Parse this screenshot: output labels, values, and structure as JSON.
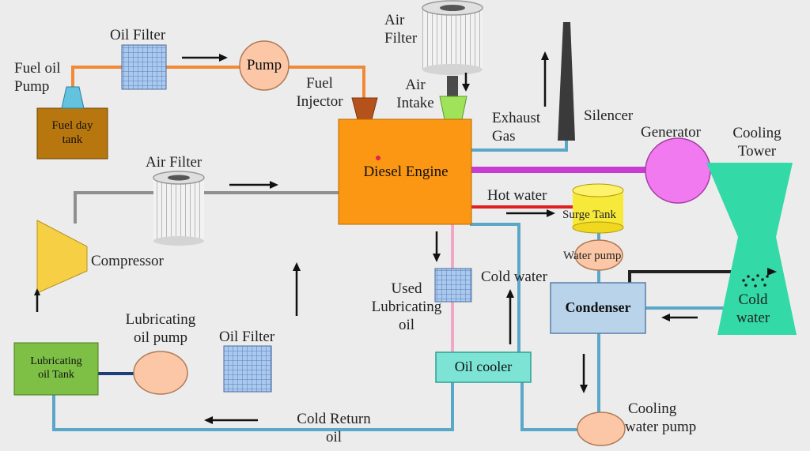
{
  "colors": {
    "fuel_line": "#f08a35",
    "lube_line": "#1d3f78",
    "water_line": "#5aa7c8",
    "exhaust_line": "#5aa7c8",
    "air_line": "#8f8f8f",
    "power_line": "#c83cd2",
    "hot_water_line": "#e02020",
    "used_oil_line": "#f0a8c6",
    "engine": "#fb9712",
    "generator": "#f17af0",
    "cooling_tower": "#33d9a6",
    "oil_cooler": "#7ce3d5",
    "condenser": "#b9d4ea",
    "surge_tank": "#f7e93a",
    "pump": "#fbc7a6",
    "fuel_day_tank": "#b8770e",
    "lube_tank": "#7ebf45",
    "filter": "#9fc2ea",
    "compressor": "#f7cf45",
    "injector": "#b5521b",
    "air_intake": "#9fe35a"
  },
  "labels": {
    "fuel_oil_pump": [
      "Fuel oil",
      "Pump"
    ],
    "oil_filter_top": "Oil Filter",
    "pump": "Pump",
    "fuel_injector": [
      "Fuel",
      "Injector"
    ],
    "air_filter_top": [
      "Air",
      "Filter"
    ],
    "air_intake": [
      "Air",
      "Intake"
    ],
    "exhaust_gas": [
      "Exhaust",
      "Gas"
    ],
    "silencer": "Silencer",
    "generator": "Generator",
    "cooling_tower": [
      "Cooling",
      "Tower"
    ],
    "fuel_day_tank": [
      "Fuel day",
      "tank"
    ],
    "air_filter_mid": "Air Filter",
    "diesel_engine": "Diesel Engine",
    "hot_water": "Hot water",
    "surge_tank": "Surge Tank",
    "compressor": "Compressor",
    "water_pump": "Water pump",
    "used_lubricating_oil": [
      "Used",
      "Lubricating",
      "oil"
    ],
    "cold_water_mid": "Cold water",
    "condenser": "Condenser",
    "cold_water_tower": [
      "Cold",
      "water"
    ],
    "lubricating_oil_pump": [
      "Lubricating",
      "oil pump"
    ],
    "oil_filter_bottom": "Oil Filter",
    "lubricating_oil_tank": [
      "Lubricating",
      "oil Tank"
    ],
    "oil_cooler": "Oil cooler",
    "cold_return_oil": [
      "Cold Return",
      "oil"
    ],
    "cooling_water_pump": [
      "Cooling",
      "water pump"
    ]
  }
}
